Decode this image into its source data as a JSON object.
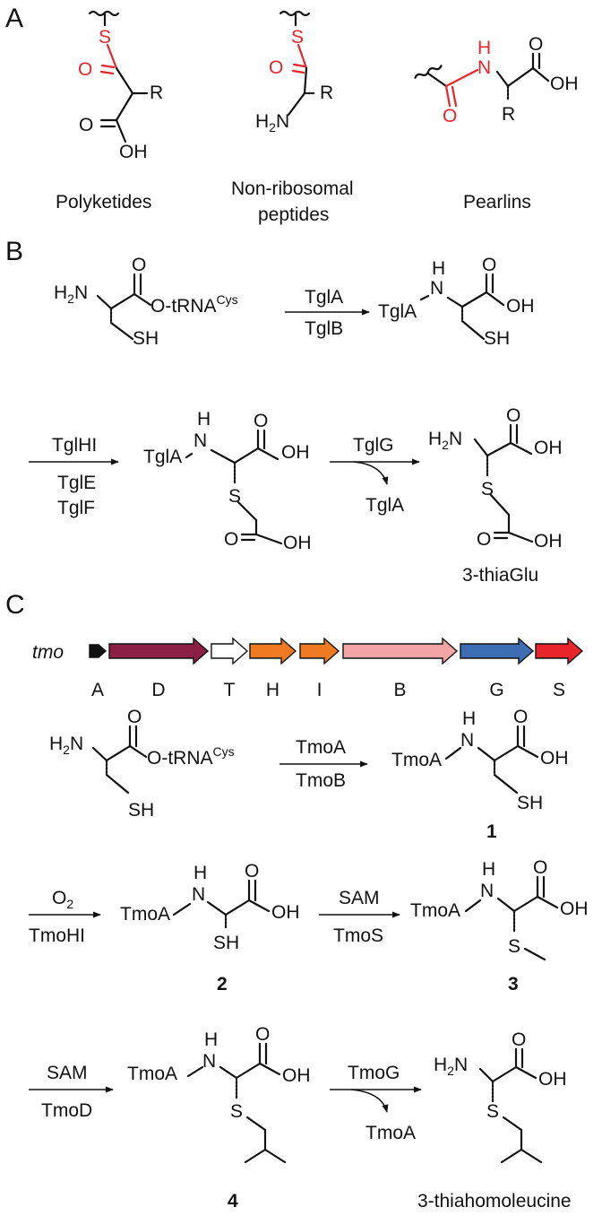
{
  "panels": {
    "a": "A",
    "b": "B",
    "c": "C"
  },
  "colors": {
    "highlight": "#e8252a",
    "ink": "#111111"
  },
  "atoms": {
    "S": "S",
    "O": "O",
    "OH": "OH",
    "R": "R",
    "H": "H",
    "N": "N",
    "SH": "SH",
    "H2N_pre": "H",
    "H2N_sub": "2",
    "H2N_post": "N",
    "tRNA_main": "O-tRNA",
    "tRNA_sup": "Cys",
    "O2_main": "O",
    "O2_sub": "2",
    "tglA": "TglA",
    "tmoA": "TmoA"
  },
  "panel_a": {
    "labels": {
      "polyketides": "Polyketides",
      "nrp_line1": "Non-ribosomal",
      "nrp_line2": "peptides",
      "pearlins": "Pearlins"
    }
  },
  "panel_b": {
    "step1": {
      "above": "TglA",
      "below": "TglB"
    },
    "step2": {
      "above": "TglHI",
      "below1": "TglE",
      "below2": "TglF"
    },
    "step3": {
      "above": "TglG",
      "below": "TglA"
    },
    "product": "3-thiaGlu"
  },
  "panel_c": {
    "gene_cluster_label": "tmo",
    "genes": [
      {
        "name": "A",
        "color": "#111111"
      },
      {
        "name": "D",
        "color": "#8c1f45"
      },
      {
        "name": "T",
        "color": "#ffffff"
      },
      {
        "name": "H",
        "color": "#ef7a22"
      },
      {
        "name": "I",
        "color": "#ef7a22"
      },
      {
        "name": "B",
        "color": "#f3a5a6"
      },
      {
        "name": "G",
        "color": "#3d6eb3"
      },
      {
        "name": "S",
        "color": "#e8252a"
      }
    ],
    "step1": {
      "above": "TmoA",
      "below": "TmoB"
    },
    "step2": {
      "below": "TmoHI"
    },
    "step3": {
      "above": "SAM",
      "below": "TmoS"
    },
    "step4": {
      "above": "SAM",
      "below": "TmoD"
    },
    "step5": {
      "above": "TmoG",
      "below": "TmoA"
    },
    "compounds": {
      "c1": "1",
      "c2": "2",
      "c3": "3",
      "c4": "4"
    },
    "product": "3-thiahomoleucine"
  }
}
